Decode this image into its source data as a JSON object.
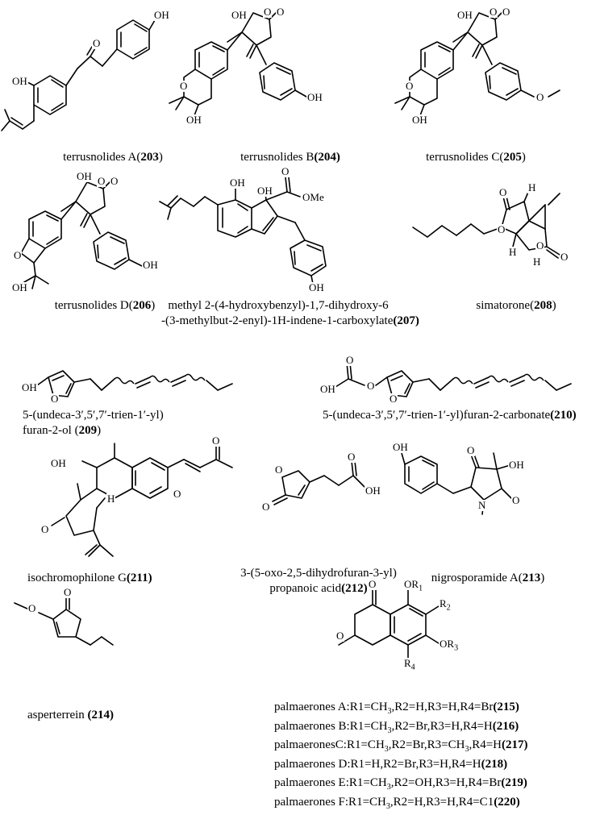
{
  "compounds": [
    {
      "name": "terrusnolides A",
      "num": "203"
    },
    {
      "name": "terrusnolides B",
      "num": "204"
    },
    {
      "name": "terrusnolides C",
      "num": "205"
    },
    {
      "name": "terrusnolides D",
      "num": "206"
    },
    {
      "name_line1": "methyl 2-(4-hydroxybenzyl)-1,7-dihydroxy-6",
      "name_line2": "-(3-methylbut-2-enyl)-1H-indene-1-carboxylate",
      "num": "207"
    },
    {
      "name": "simatorone",
      "num": "208"
    },
    {
      "name_line1": "5-(undeca-3′,5′,7′-trien-1′-yl)",
      "name_line2": "furan-2-ol",
      "num": "209"
    },
    {
      "name": "5-(undeca-3′,5′,7′-trien-1′-yl)furan-2-carbonate",
      "num": "210"
    },
    {
      "name": "isochromophilone G",
      "num": "211"
    },
    {
      "name_line1": "3-(5-oxo-2,5-dihydrofuran-3-yl)",
      "name_line2": "propanoic acid",
      "num": "212"
    },
    {
      "name": "nigrosporamide A",
      "num": "213"
    },
    {
      "name": "asperterrein ",
      "num": "214"
    }
  ],
  "palmaerones": [
    {
      "prefix": "palmaerones A:R1=CH",
      "sub": "3",
      "rest": ",R2=H,R3=H,R4=Br",
      "num": "215"
    },
    {
      "prefix": "palmaerones B:R1=CH",
      "sub": "3",
      "rest": ",R2=Br,R3=H,R4=H",
      "num": "216"
    },
    {
      "prefix": "palmaeronesC:R1=CH",
      "sub": "3",
      "rest": ",R2=Br,R3=CH",
      "sub2": "3",
      "rest2": ",R4=H",
      "num": "217"
    },
    {
      "prefix": "palmaerones D:R1=H,R2=Br,R3=H,R4=H",
      "sub": "",
      "rest": "",
      "num": "218"
    },
    {
      "prefix": "palmaerones E:R1=CH",
      "sub": "3",
      "rest": ",R2=OH,R3=H,R4=Br",
      "num": "219"
    },
    {
      "prefix": "palmaerones F:R1=CH",
      "sub": "3",
      "rest": ",R2=H,R3=H,R4=C1",
      "num": "220"
    }
  ],
  "atoms": {
    "OH": "OH",
    "O": "O",
    "H": "H",
    "N": "N",
    "OMe": "OMe",
    "OR1": "OR",
    "OR3": "OR",
    "R2": "R",
    "R4": "R",
    "r1": "1",
    "r2": "2",
    "r3": "3",
    "r4": "4"
  }
}
